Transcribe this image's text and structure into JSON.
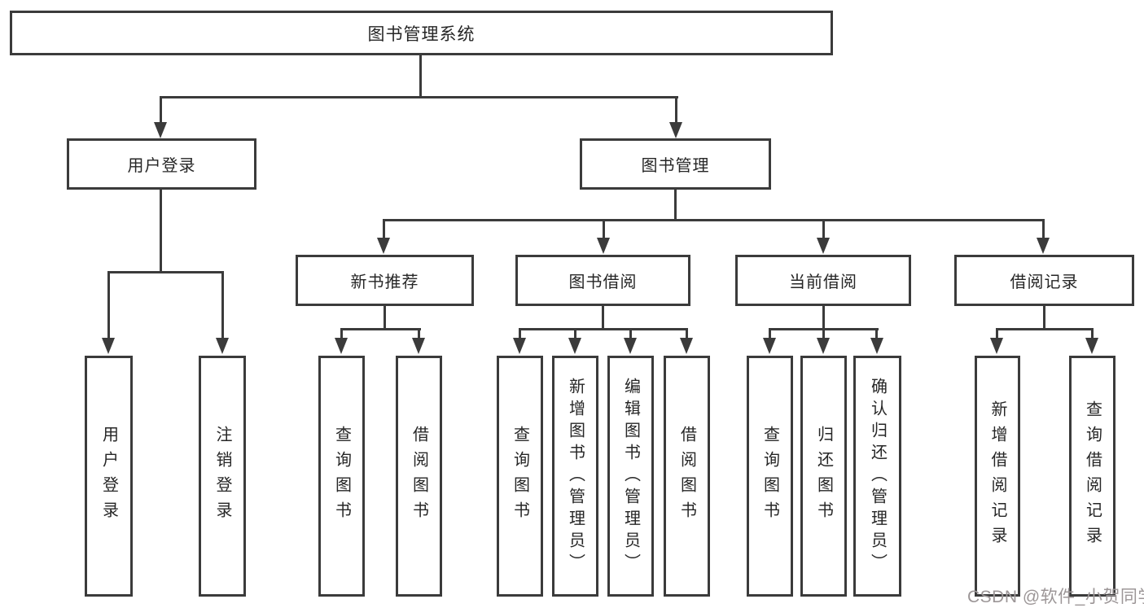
{
  "diagram": {
    "title_node": {
      "label": "图书管理系统"
    },
    "level2": [
      {
        "label": "用户登录"
      },
      {
        "label": "图书管理"
      }
    ],
    "level3": [
      {
        "label": "新书推荐"
      },
      {
        "label": "图书借阅"
      },
      {
        "label": "当前借阅"
      },
      {
        "label": "借阅记录"
      }
    ],
    "leaves": [
      {
        "label": "用户登录",
        "parent": "用户登录"
      },
      {
        "label": "注销登录",
        "parent": "用户登录"
      },
      {
        "label": "查询图书",
        "parent": "新书推荐"
      },
      {
        "label": "借阅图书",
        "parent": "新书推荐"
      },
      {
        "label": "查询图书",
        "parent": "图书借阅"
      },
      {
        "label": "新增图书（管理员）",
        "parent": "图书借阅"
      },
      {
        "label": "编辑图书（管理员）",
        "parent": "图书借阅"
      },
      {
        "label": "借阅图书",
        "parent": "图书借阅"
      },
      {
        "label": "查询图书",
        "parent": "当前借阅"
      },
      {
        "label": "归还图书",
        "parent": "当前借阅"
      },
      {
        "label": "确认归还（管理员）",
        "parent": "当前借阅"
      },
      {
        "label": "新增借阅记录",
        "parent": "借阅记录"
      },
      {
        "label": "查询借阅记录",
        "parent": "借阅记录"
      }
    ],
    "colors": {
      "line": "#3b3b3b",
      "text": "#262626",
      "background": "#ffffff",
      "watermark": "#9c9697"
    }
  },
  "watermark": {
    "text": "CSDN @软件_小贺同学"
  }
}
